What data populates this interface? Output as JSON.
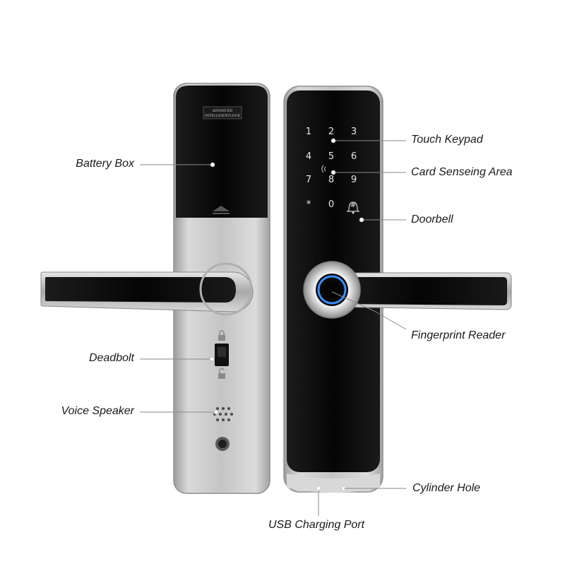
{
  "product": {
    "brand_plate_line1": "ADVANCED",
    "brand_plate_line2": "INTELLIGENTLOCK"
  },
  "keypad": {
    "keys": [
      "1",
      "2",
      "3",
      "4",
      "5",
      "6",
      "7",
      "8",
      "9",
      "*",
      "0",
      "#"
    ]
  },
  "callouts": [
    {
      "id": "battery-box",
      "text": "Battery Box"
    },
    {
      "id": "deadbolt",
      "text": "Deadbolt"
    },
    {
      "id": "voice-speaker",
      "text": "Voice Speaker"
    },
    {
      "id": "touch-keypad",
      "text": "Touch Keypad"
    },
    {
      "id": "card-sensing-area",
      "text": "Card Senseing Area"
    },
    {
      "id": "doorbell",
      "text": "Doorbell"
    },
    {
      "id": "fingerprint-reader",
      "text": "Fingerprint Reader"
    },
    {
      "id": "cylinder-hole",
      "text": "Cylinder Hole"
    },
    {
      "id": "usb-charging-port",
      "text": "USB Charging Port"
    }
  ],
  "colors": {
    "steel": "#c9c9c9",
    "panel_black": "#0c0c0c",
    "fingerprint_ring": "#3a8dff",
    "leader_line": "#8a8a8a"
  }
}
